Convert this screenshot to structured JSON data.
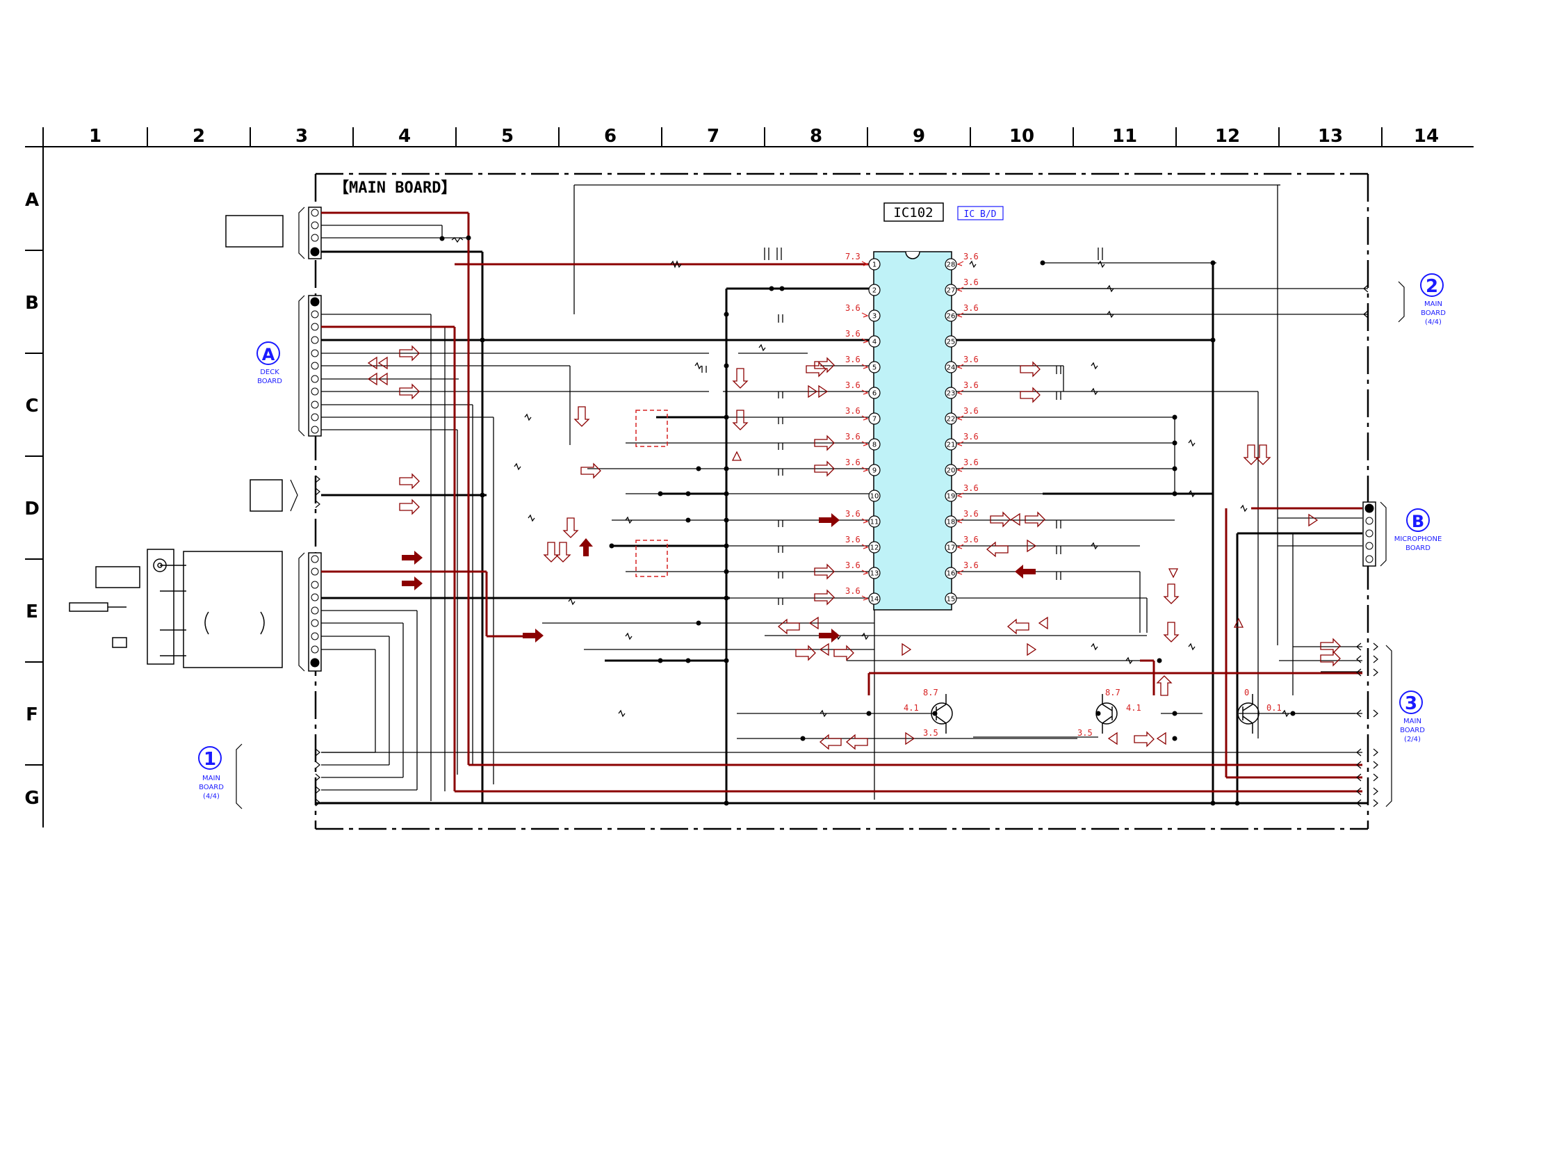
{
  "grid": {
    "columns": [
      "1",
      "2",
      "3",
      "4",
      "5",
      "6",
      "7",
      "8",
      "9",
      "10",
      "11",
      "12",
      "13",
      "14"
    ],
    "rows": [
      "A",
      "B",
      "C",
      "D",
      "E",
      "F",
      "G"
    ]
  },
  "board_title": "【MAIN BOARD】",
  "ic": {
    "name": "IC102",
    "tag": "IC B/D",
    "left_pins": [
      {
        "pin": "1",
        "v": "7.3"
      },
      {
        "pin": "2",
        "v": ""
      },
      {
        "pin": "3",
        "v": "3.6"
      },
      {
        "pin": "4",
        "v": "3.6"
      },
      {
        "pin": "5",
        "v": "3.6"
      },
      {
        "pin": "6",
        "v": "3.6"
      },
      {
        "pin": "7",
        "v": "3.6"
      },
      {
        "pin": "8",
        "v": "3.6"
      },
      {
        "pin": "9",
        "v": "3.6"
      },
      {
        "pin": "10",
        "v": ""
      },
      {
        "pin": "11",
        "v": "3.6"
      },
      {
        "pin": "12",
        "v": "3.6"
      },
      {
        "pin": "13",
        "v": "3.6"
      },
      {
        "pin": "14",
        "v": "3.6"
      }
    ],
    "right_pins": [
      {
        "pin": "28",
        "v": "3.6"
      },
      {
        "pin": "27",
        "v": "3.6"
      },
      {
        "pin": "26",
        "v": "3.6"
      },
      {
        "pin": "25",
        "v": ""
      },
      {
        "pin": "24",
        "v": "3.6"
      },
      {
        "pin": "23",
        "v": "3.6"
      },
      {
        "pin": "22",
        "v": "3.6"
      },
      {
        "pin": "21",
        "v": "3.6"
      },
      {
        "pin": "20",
        "v": "3.6"
      },
      {
        "pin": "19",
        "v": "3.6"
      },
      {
        "pin": "18",
        "v": "3.6"
      },
      {
        "pin": "17",
        "v": "3.6"
      },
      {
        "pin": "16",
        "v": "3.6"
      },
      {
        "pin": "15",
        "v": ""
      }
    ]
  },
  "connectors": {
    "c1": {
      "symbol": "1",
      "line1": "MAIN",
      "line2": "BOARD",
      "line3": "(4/4)"
    },
    "c2": {
      "symbol": "2",
      "line1": "MAIN",
      "line2": "BOARD",
      "line3": "(4/4)"
    },
    "c3": {
      "symbol": "3",
      "line1": "MAIN",
      "line2": "BOARD",
      "line3": "(2/4)"
    },
    "cA": {
      "symbol": "A",
      "line1": "DECK",
      "line2": "BOARD"
    },
    "cB": {
      "symbol": "B",
      "line1": "MICROPHONE",
      "line2": "BOARD"
    }
  },
  "transistor_voltages": {
    "q1": {
      "c": "8.7",
      "b": "4.1",
      "e": "3.5"
    },
    "q2": {
      "c": "8.7",
      "b": "4.1",
      "e": "3.5"
    },
    "q3": {
      "c": "0",
      "b": "0.1"
    }
  },
  "colors": {
    "line": "#000000",
    "signal": "#8b0000",
    "voltage_text": "#d62020",
    "label_blue": "#1a1aff",
    "ic_fill": "#bff2f7"
  }
}
